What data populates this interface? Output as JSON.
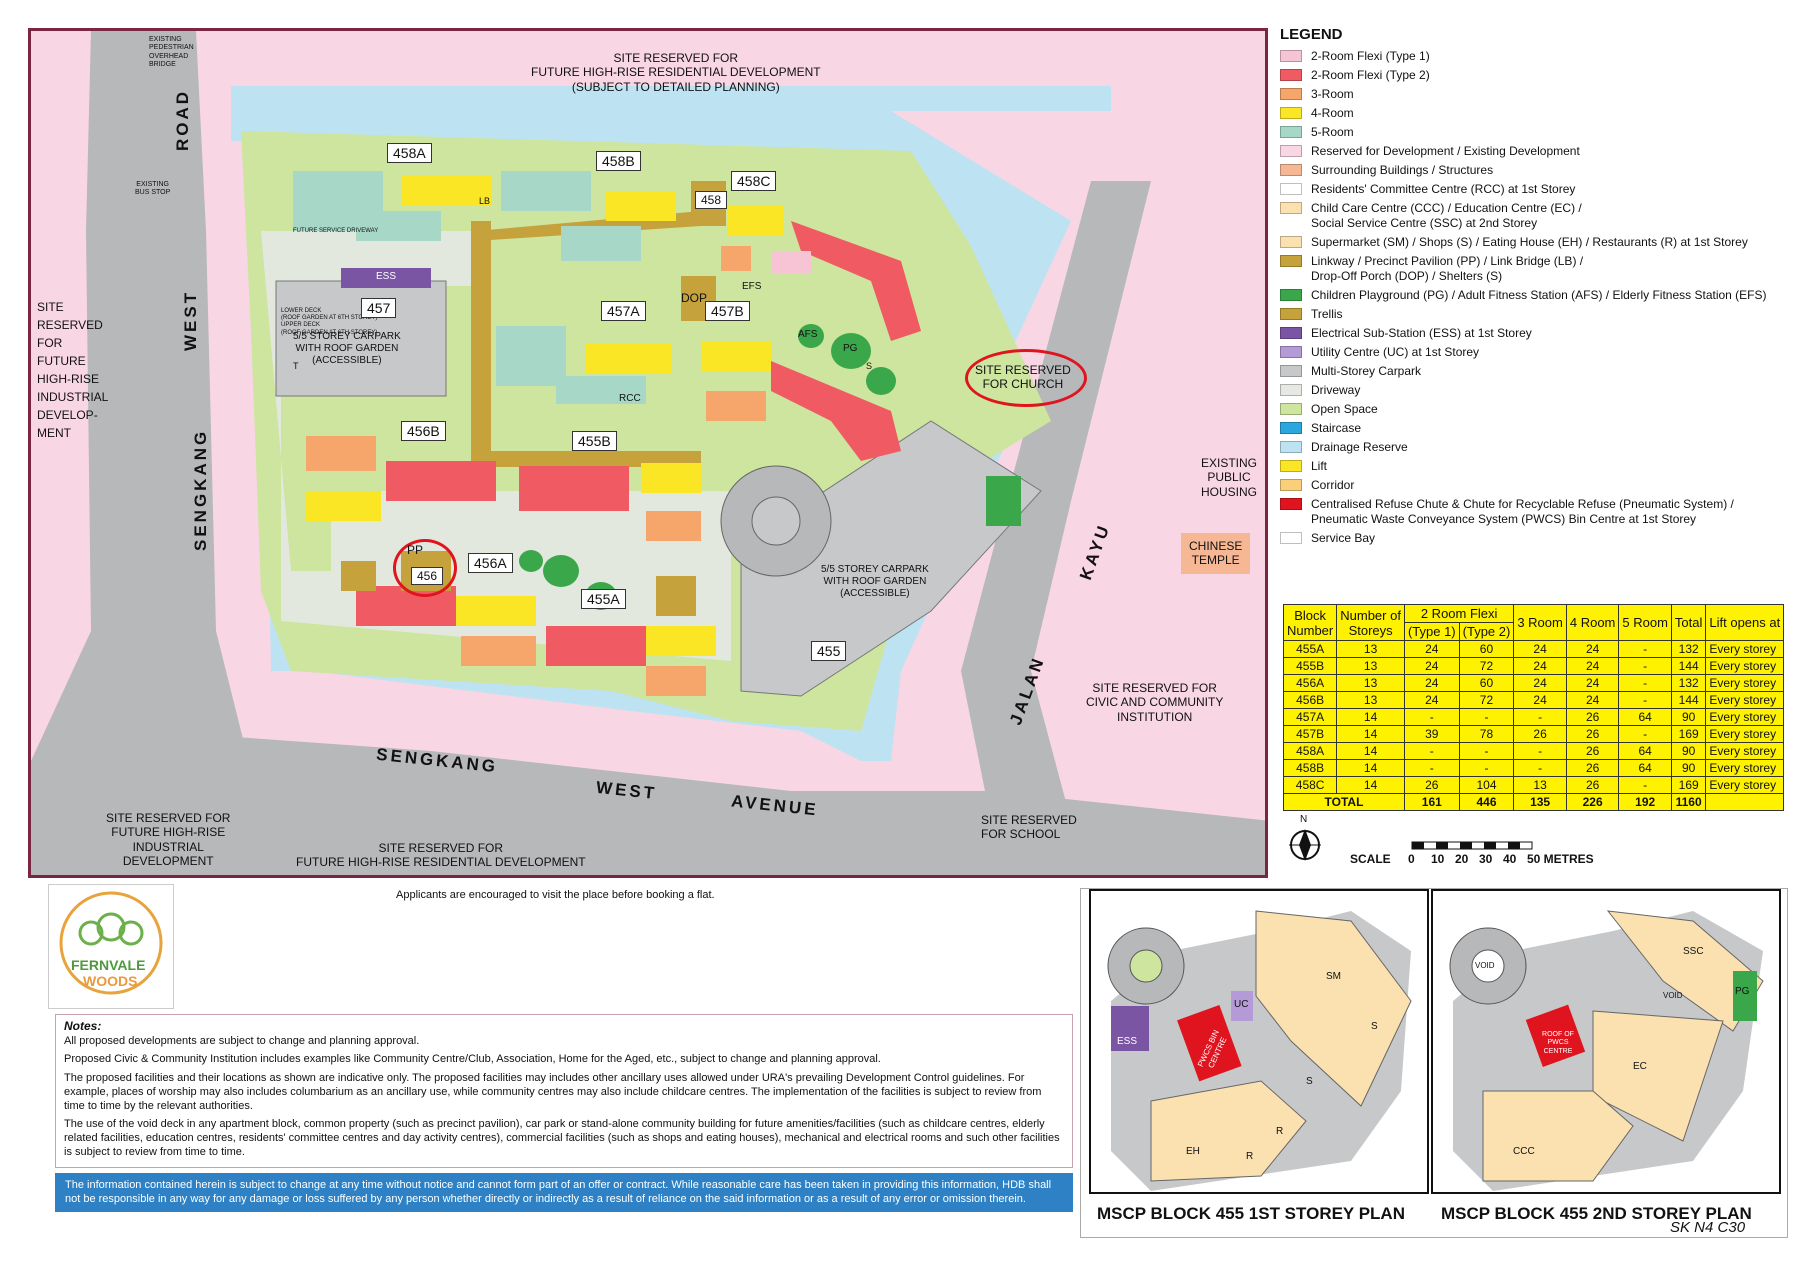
{
  "map": {
    "top_note": "SITE RESERVED FOR\nFUTURE HIGH-RISE RESIDENTIAL DEVELOPMENT\n(SUBJECT TO DETAILED PLANNING)",
    "bridge_note": "EXISTING\nPEDESTRIAN\nOVERHEAD\nBRIDGE",
    "bus_stop": "EXISTING\nBUS STOP",
    "left_site": "SITE\nRESERVED\nFOR\nFUTURE\nHIGH-RISE\nINDUSTRIAL\nDEVELOP-\nMENT",
    "road_sengkang_west_road": "ROAD",
    "road_west": "WEST",
    "road_sengkang": "SENGKANG",
    "church": "SITE RESERVED\nFOR CHURCH",
    "public_housing": "EXISTING\nPUBLIC\nHOUSING",
    "temple": "CHINESE\nTEMPLE",
    "civic": "SITE RESERVED FOR\nCIVIC AND COMMUNITY\nINSTITUTION",
    "bottom_left_site": "SITE RESERVED FOR\nFUTURE HIGH-RISE\nINDUSTRIAL\nDEVELOPMENT",
    "bottom_mid_site": "SITE RESERVED FOR\nFUTURE HIGH-RISE RESIDENTIAL DEVELOPMENT",
    "school": "SITE RESERVED\nFOR SCHOOL",
    "avenue_1": "SENGKANG",
    "avenue_2": "WEST",
    "avenue_3": "AVENUE",
    "jalan": "JALAN",
    "kayu": "KAYU",
    "service_driveway": "FUTURE SERVICE DRIVEWAY",
    "carpark_457": "5/5 STOREY CARPARK\nWITH ROOF GARDEN\n(ACCESSIBLE)",
    "carpark_457_decks": "LOWER DECK\n(ROOF GARDEN AT 6TH STOREY)\nUPPER DECK\n(ROOF GARDEN AT 6TH STOREY)",
    "carpark_455": "5/5 STOREY CARPARK\nWITH ROOF GARDEN\n(ACCESSIBLE)",
    "blocks": [
      "458A",
      "458B",
      "458C",
      "457",
      "457A",
      "457B",
      "456B",
      "455B",
      "456A",
      "455A",
      "456",
      "458",
      "455"
    ],
    "facilities": [
      "ESS",
      "PP",
      "DOP",
      "RCC",
      "LB",
      "EFS",
      "AFS",
      "PG",
      "S",
      "T"
    ]
  },
  "legend": {
    "title": "LEGEND",
    "items": [
      {
        "label": "2-Room Flexi (Type 1)",
        "color": "#f6c4d5"
      },
      {
        "label": "2-Room Flexi (Type 2)",
        "color": "#ef5a63"
      },
      {
        "label": "3-Room",
        "color": "#f6a66b"
      },
      {
        "label": "4-Room",
        "color": "#fbe625"
      },
      {
        "label": "5-Room",
        "color": "#a7d8c7"
      },
      {
        "label": "Reserved for Development / Existing Development",
        "color": "#f9d6e3"
      },
      {
        "label": "Surrounding Buildings / Structures",
        "color": "#f6b894"
      },
      {
        "label": "Residents' Committee Centre (RCC) at 1st Storey",
        "color": "#ffffff"
      },
      {
        "label": "Child Care Centre (CCC) / Education Centre (EC) /\nSocial Service Centre (SSC) at 2nd Storey",
        "color": "#fbe0b0"
      },
      {
        "label": "Supermarket (SM) / Shops (S) / Eating House (EH) / Restaurants (R) at 1st Storey",
        "color": "#fbe0b0"
      },
      {
        "label": "Linkway / Precinct Pavilion (PP) / Link Bridge (LB) /\nDrop-Off Porch (DOP) / Shelters (S)",
        "color": "#c6a23c"
      },
      {
        "label": "Children Playground (PG) / Adult Fitness Station (AFS) / Elderly Fitness Station (EFS)",
        "color": "#3aa84a"
      },
      {
        "label": "Trellis",
        "color": "#c6a23c"
      },
      {
        "label": "Electrical Sub-Station (ESS) at 1st Storey",
        "color": "#7a55a3"
      },
      {
        "label": "Utility Centre (UC) at 1st Storey",
        "color": "#b49ad6"
      },
      {
        "label": "Multi-Storey Carpark",
        "color": "#c6c8ca"
      },
      {
        "label": "Driveway",
        "color": "#e6e8e4"
      },
      {
        "label": "Open Space",
        "color": "#cde59e"
      },
      {
        "label": "Staircase",
        "color": "#2aa7dd"
      },
      {
        "label": "Drainage Reserve",
        "color": "#bde3f3"
      },
      {
        "label": "Lift",
        "color": "#fbe625"
      },
      {
        "label": "Corridor",
        "color": "#f9cf7a"
      },
      {
        "label": "Centralised Refuse Chute & Chute for Recyclable Refuse (Pneumatic System) /\nPneumatic Waste Conveyance System (PWCS) Bin Centre at 1st Storey",
        "color": "#e0141e"
      },
      {
        "label": "Service Bay",
        "color": "#ffffff"
      }
    ]
  },
  "unit_table": {
    "headers": [
      "Block\nNumber",
      "Number of\nStoreys",
      "2 Room Flexi",
      "3 Room",
      "4 Room",
      "5 Room",
      "Total",
      "Lift opens at"
    ],
    "subheaders": [
      "(Type 1)",
      "(Type 2)"
    ],
    "rows": [
      [
        "455A",
        "13",
        "24",
        "60",
        "24",
        "24",
        "-",
        "132",
        "Every storey"
      ],
      [
        "455B",
        "13",
        "24",
        "72",
        "24",
        "24",
        "-",
        "144",
        "Every storey"
      ],
      [
        "456A",
        "13",
        "24",
        "60",
        "24",
        "24",
        "-",
        "132",
        "Every storey"
      ],
      [
        "456B",
        "13",
        "24",
        "72",
        "24",
        "24",
        "-",
        "144",
        "Every storey"
      ],
      [
        "457A",
        "14",
        "-",
        "-",
        "-",
        "26",
        "64",
        "90",
        "Every storey"
      ],
      [
        "457B",
        "14",
        "39",
        "78",
        "26",
        "26",
        "-",
        "169",
        "Every storey"
      ],
      [
        "458A",
        "14",
        "-",
        "-",
        "-",
        "26",
        "64",
        "90",
        "Every storey"
      ],
      [
        "458B",
        "14",
        "-",
        "-",
        "-",
        "26",
        "64",
        "90",
        "Every storey"
      ],
      [
        "458C",
        "14",
        "26",
        "104",
        "13",
        "26",
        "-",
        "169",
        "Every storey"
      ]
    ],
    "total": [
      "TOTAL",
      "161",
      "446",
      "135",
      "226",
      "192",
      "1160"
    ]
  },
  "scale": {
    "label": "SCALE",
    "ticks": [
      "0",
      "10",
      "20",
      "30",
      "40",
      "50 METRES"
    ],
    "north": "N"
  },
  "logo": {
    "line1": "FERNVALE",
    "line2": "WOODS"
  },
  "visit_note": "Applicants are encouraged to visit the place before booking a flat.",
  "notes": {
    "title": "Notes:",
    "paragraphs": [
      "All proposed developments are subject to change and planning approval.",
      "Proposed Civic & Community Institution includes examples like Community Centre/Club, Association, Home for the Aged, etc., subject to change and planning approval.",
      "The proposed facilities and their locations as shown are indicative only. The proposed facilities may includes other ancillary uses allowed under URA's prevailing Development Control guidelines. For example, places of worship may also includes columbarium as an ancillary use, while community centres may also include childcare centres. The implementation of the facilities is subject to review from time to time by the relevant authorities.",
      "The use of the void deck in any apartment block, common property (such as precinct pavilion), car park or stand-alone community building for future amenities/facilities (such as childcare centres, elderly related facilities, education centres, residents' committee centres and day activity centres), commercial facilities (such as shops and eating houses), mechanical and electrical rooms and such other facilities is subject to review from time to time."
    ]
  },
  "disclaimer": "The information contained herein is subject to change at any time without notice and cannot form part of an offer or contract. While reasonable care has been taken in providing this information, HDB shall not be responsible in any way for any damage or loss suffered by any person whether directly or indirectly as a result of reliance on the said information or as a result of any error or omission therein.",
  "plans": {
    "first": {
      "title": "MSCP BLOCK 455 1ST STOREY PLAN",
      "labels": [
        "ESS",
        "PWCS BIN CENTRE",
        "UC",
        "SM",
        "S",
        "S",
        "R",
        "R",
        "EH"
      ]
    },
    "second": {
      "title": "MSCP BLOCK 455  2ND STOREY PLAN",
      "labels": [
        "VOID",
        "SSC",
        "PG",
        "VOID",
        "ROOF OF PWCS CENTRE",
        "EC",
        "CCC"
      ]
    }
  },
  "drawing_ref": "SK N4 C30"
}
